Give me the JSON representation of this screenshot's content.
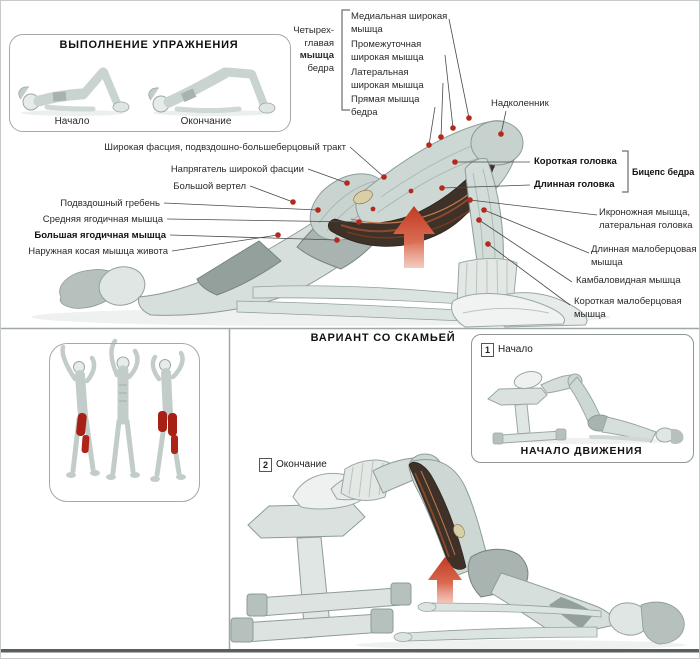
{
  "colors": {
    "accent_red": "#b5281c",
    "arrow_red": "#c84b32",
    "muscle_dark": "#3e3128",
    "figure_fill": "#d6dfdc",
    "divider_gray": "#9fa8a5"
  },
  "top": {
    "execution_box": {
      "title": "ВЫПОЛНЕНИЕ УПРАЖНЕНИЯ",
      "start": "Начало",
      "end": "Окончание"
    },
    "quad_group": {
      "lines": [
        "Четырех-",
        "главая",
        "мышца",
        "бедра"
      ]
    },
    "quad_labels": [
      {
        "lines": [
          "Медиальная широкая",
          "мышца"
        ]
      },
      {
        "lines": [
          "Промежуточная",
          "широкая мышца"
        ]
      },
      {
        "lines": [
          "Латеральная",
          "широкая мышца"
        ]
      },
      {
        "lines": [
          "Прямая мышца",
          "бедра"
        ]
      }
    ],
    "patella": "Надколенник",
    "left_labels": [
      {
        "text": "Широкая фасция, подвздошно-большеберцовый тракт"
      },
      {
        "text": "Напрягатель широкой фасции"
      },
      {
        "text": "Большой вертел"
      },
      {
        "text": "Подвздошный гребень"
      },
      {
        "text": "Средняя ягодичная мышца"
      },
      {
        "text": "Большая ягодичная мышца"
      },
      {
        "text": "Наружная косая мышца живота"
      }
    ],
    "biceps": {
      "short_head": "Короткая головка",
      "long_head": "Длинная головка",
      "group": "Бицепс бедра"
    },
    "right_labels": [
      {
        "lines": [
          "Икроножная мышца,",
          "латеральная головка"
        ]
      },
      {
        "lines": [
          "Длинная малоберцовая",
          "мышца"
        ]
      },
      {
        "lines": [
          "Камбаловидная мышца"
        ]
      },
      {
        "lines": [
          "Короткая малоберцовая",
          "мышца"
        ]
      }
    ]
  },
  "bottom": {
    "title": "ВАРИАНТ СО СКАМЬЕЙ",
    "step_start": {
      "num": "1",
      "label": "Начало"
    },
    "step_end": {
      "num": "2",
      "label": "Окончание"
    },
    "start_caption": "НАЧАЛО ДВИЖЕНИЯ"
  }
}
